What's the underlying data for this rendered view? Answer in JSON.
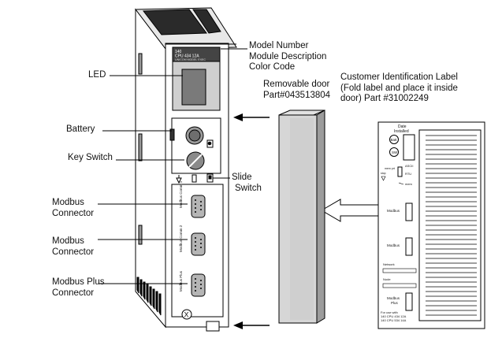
{
  "callouts": {
    "model_line1": "Model Number",
    "model_line2": "Module Description",
    "model_line3": "Color Code",
    "led": "LED",
    "battery": "Battery",
    "key_switch": "Key Switch",
    "slide_line1": "Slide",
    "slide_line2": "Switch",
    "modbus1_line1": "Modbus",
    "modbus1_line2": "Connector",
    "modbus2_line1": "Modbus",
    "modbus2_line2": "Connector",
    "modbusplus_line1": "Modbus Plus",
    "modbusplus_line2": "Connector",
    "door_line1": "Removable door",
    "door_line2": "Part#043513804",
    "label_line1": "Customer Identification Label",
    "label_line2": "(Fold label and place it inside",
    "label_line3": "door) Part #31002249"
  },
  "module": {
    "model": "140",
    "model_desc": "CPU 434 12A",
    "model_sub": "UNICOM MODEL EXEC",
    "port1": "Modbus Comm 1",
    "port2": "Modbus Comm 2",
    "port3": "Modbus Plus",
    "ground_mark": "X"
  },
  "id_label": {
    "date_line1": "Date",
    "date_line2": "Installed",
    "batt": "Batt",
    "swi": "SW",
    "mem_prt": "mem prt",
    "stop": "stop",
    "asc": "ASCII",
    "rtu": "RTU",
    "mem": "mem",
    "modbus_a": "Modbus",
    "modbus_b": "Modbus",
    "network": "Network",
    "node": "Node",
    "modbus_plus_a": "Modbus",
    "modbus_plus_b": "Plus",
    "for_use_1": "For use with",
    "for_use_2": "140 CPU 434 12A",
    "for_use_3": "140 CPU 534 14A"
  }
}
